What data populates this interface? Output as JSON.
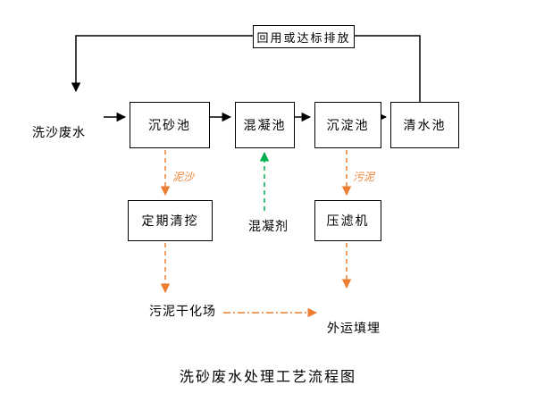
{
  "title": "洗砂废水处理工艺流程图",
  "diagram": {
    "influent_label": "洗沙废水",
    "feedback_label": "回用或达标排放",
    "main_nodes": [
      {
        "id": "grit-chamber",
        "label": "沉砂池"
      },
      {
        "id": "coagulation-tank",
        "label": "混凝池"
      },
      {
        "id": "sedimentation-tank",
        "label": "沉淀池"
      },
      {
        "id": "clear-water-tank",
        "label": "清水池"
      }
    ],
    "sub_nodes": [
      {
        "id": "periodic-dredging",
        "label": "定期清挖"
      },
      {
        "id": "filter-press",
        "label": "压滤机"
      }
    ],
    "flow_labels": {
      "sediment": "泥沙",
      "sludge": "污泥",
      "coagulant": "混凝剂",
      "drying_field": "污泥干化场",
      "landfill": "外运填埋"
    },
    "edges": [
      {
        "from": "洗沙废水",
        "to": "沉砂池",
        "style": "solid-black"
      },
      {
        "from": "沉砂池",
        "to": "混凝池",
        "style": "solid-black"
      },
      {
        "from": "混凝池",
        "to": "沉淀池",
        "style": "solid-black"
      },
      {
        "from": "沉淀池",
        "to": "清水池",
        "style": "solid-black"
      },
      {
        "from": "清水池",
        "to": "洗沙废水(回用或达标排放)",
        "style": "solid-black"
      },
      {
        "from": "沉砂池",
        "to": "定期清挖",
        "label": "泥沙",
        "style": "dashed-orange"
      },
      {
        "from": "定期清挖",
        "to": "污泥干化场",
        "style": "dashed-orange"
      },
      {
        "from": "混凝剂",
        "to": "混凝池",
        "style": "dashed-green"
      },
      {
        "from": "沉淀池",
        "to": "压滤机",
        "label": "污泥",
        "style": "dashed-orange"
      },
      {
        "from": "压滤机",
        "to": "外运填埋",
        "style": "dashed-orange"
      },
      {
        "from": "污泥干化场",
        "to": "外运填埋",
        "style": "dashdot-orange"
      }
    ],
    "colors": {
      "line": "#000000",
      "orange": "#ED7D31",
      "green": "#00B050",
      "box_bg": "#FFFFFF"
    }
  }
}
